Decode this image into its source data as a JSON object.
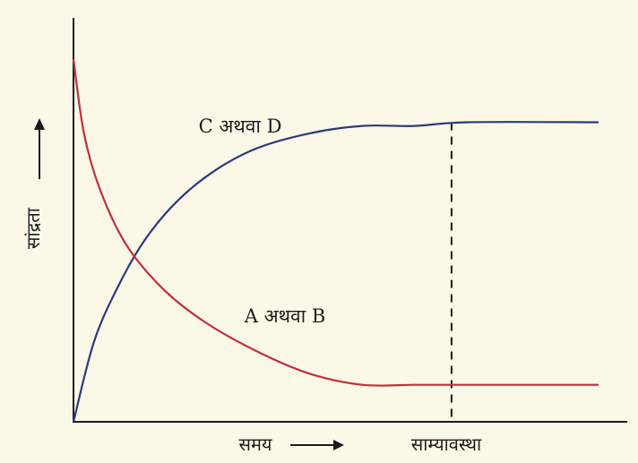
{
  "chart_data": {
    "type": "line",
    "title": "",
    "xlabel": "समय",
    "ylabel": "सांद्रता",
    "equilibrium_label": "साम्यावस्था",
    "x_range": [
      0,
      1
    ],
    "y_range": [
      0,
      1
    ],
    "equilibrium_x": 0.72,
    "series": [
      {
        "name": "C अथवा D",
        "color": "#2a3a7a",
        "points": [
          [
            0,
            0
          ],
          [
            0.04,
            0.22
          ],
          [
            0.09,
            0.38
          ],
          [
            0.14,
            0.5
          ],
          [
            0.2,
            0.6
          ],
          [
            0.27,
            0.68
          ],
          [
            0.35,
            0.74
          ],
          [
            0.45,
            0.78
          ],
          [
            0.55,
            0.8
          ],
          [
            0.65,
            0.8
          ],
          [
            0.75,
            0.81
          ],
          [
            1,
            0.81
          ]
        ]
      },
      {
        "name": "A अथवा B",
        "color": "#c0303a",
        "points": [
          [
            0,
            0.98
          ],
          [
            0.02,
            0.78
          ],
          [
            0.05,
            0.63
          ],
          [
            0.1,
            0.48
          ],
          [
            0.17,
            0.36
          ],
          [
            0.25,
            0.27
          ],
          [
            0.35,
            0.19
          ],
          [
            0.45,
            0.13
          ],
          [
            0.55,
            0.1
          ],
          [
            0.65,
            0.1
          ],
          [
            0.72,
            0.1
          ],
          [
            1,
            0.1
          ]
        ]
      }
    ]
  },
  "icons": {
    "y_arrow": "arrow-up-icon",
    "x_arrow": "arrow-right-icon"
  }
}
